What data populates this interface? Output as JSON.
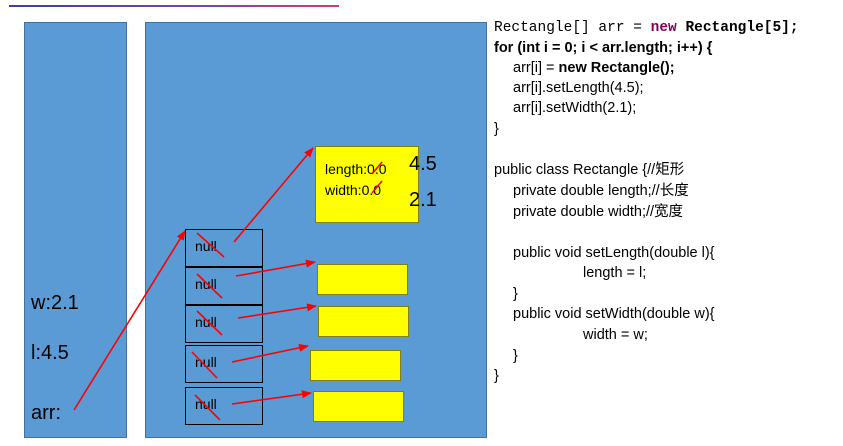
{
  "stack": {
    "w": "w:2.1",
    "l": "l:4.5",
    "arr": "arr:"
  },
  "array_cells": [
    "null",
    "null",
    "null",
    "null",
    "null"
  ],
  "object": {
    "length_field": "length:0.0",
    "width_field": "width:0.0",
    "length_value": "4.5",
    "width_value": "2.1"
  },
  "code": {
    "l1a": "Rectangle[] arr = ",
    "l1kw": "new",
    "l1b": " Rectangle[5];",
    "l2": "for (int i = 0; i < arr.length; i++) {",
    "l3a": "arr[i] = ",
    "l3b": "new Rectangle();",
    "l4": "arr[i].setLength(4.5);",
    "l5": "arr[i].setWidth(2.1);",
    "l6": "}",
    "l8": "public class Rectangle {//矩形",
    "l9": "private double length;//长度",
    "l10": "private double width;//宽度",
    "l12": "public void setLength(double l){",
    "l13": "length = l;",
    "l14": "}",
    "l15": "public void setWidth(double w){",
    "l16": "width = w;",
    "l17": "}",
    "l18": "}"
  },
  "colors": {
    "panel": "#5b9bd5",
    "object": "#ffff00",
    "arrow": "#ff0000",
    "keyword": "#7f0055"
  }
}
